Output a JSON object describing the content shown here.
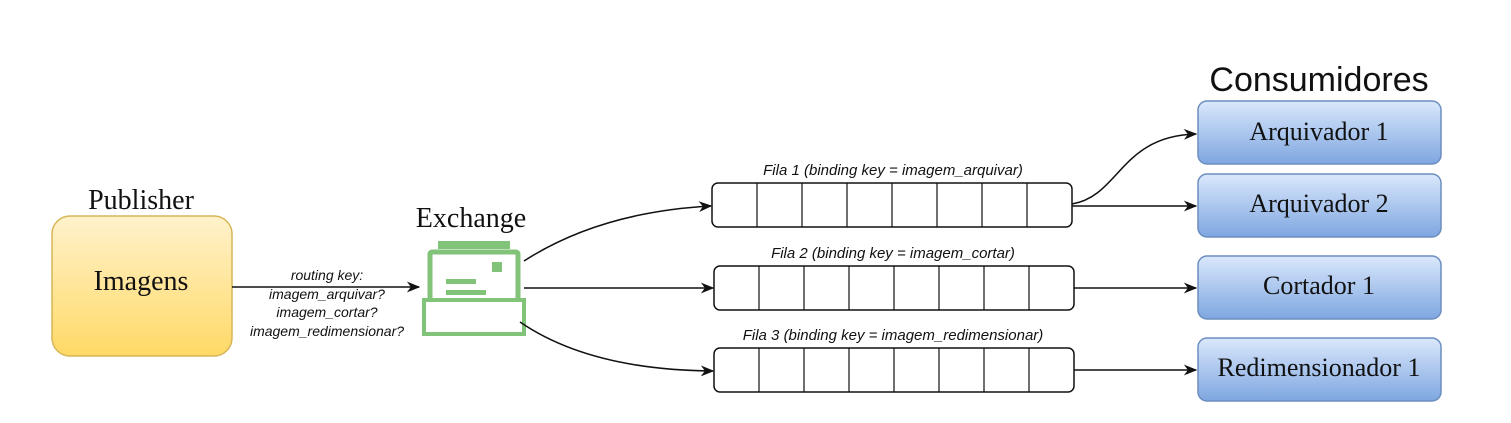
{
  "publisher": {
    "title": "Publisher",
    "label": "Imagens"
  },
  "routing": {
    "lines": [
      "routing key:",
      "imagem_arquivar?",
      "imagem_cortar?",
      "imagem_redimensionar?"
    ]
  },
  "exchange": {
    "title": "Exchange",
    "icon": "mailbox-icon"
  },
  "queues": [
    {
      "label": "Fila 1 (binding key = imagem_arquivar)",
      "slots": 8
    },
    {
      "label": "Fila 2 (binding key = imagem_cortar)",
      "slots": 8
    },
    {
      "label": "Fila 3 (binding key = imagem_redimensionar)",
      "slots": 8
    }
  ],
  "consumers": {
    "title": "Consumidores",
    "items": [
      "Arquivador 1",
      "Arquivador 2",
      "Cortador 1",
      "Redimensionador 1"
    ]
  },
  "colors": {
    "publisher_top": "#fff2cc",
    "publisher_bottom": "#ffd966",
    "publisher_stroke": "#d6b656",
    "consumer_top": "#dae8fc",
    "consumer_bottom": "#7ea6e0",
    "consumer_stroke": "#6c8ebf",
    "exchange_icon": "#82c37a"
  }
}
